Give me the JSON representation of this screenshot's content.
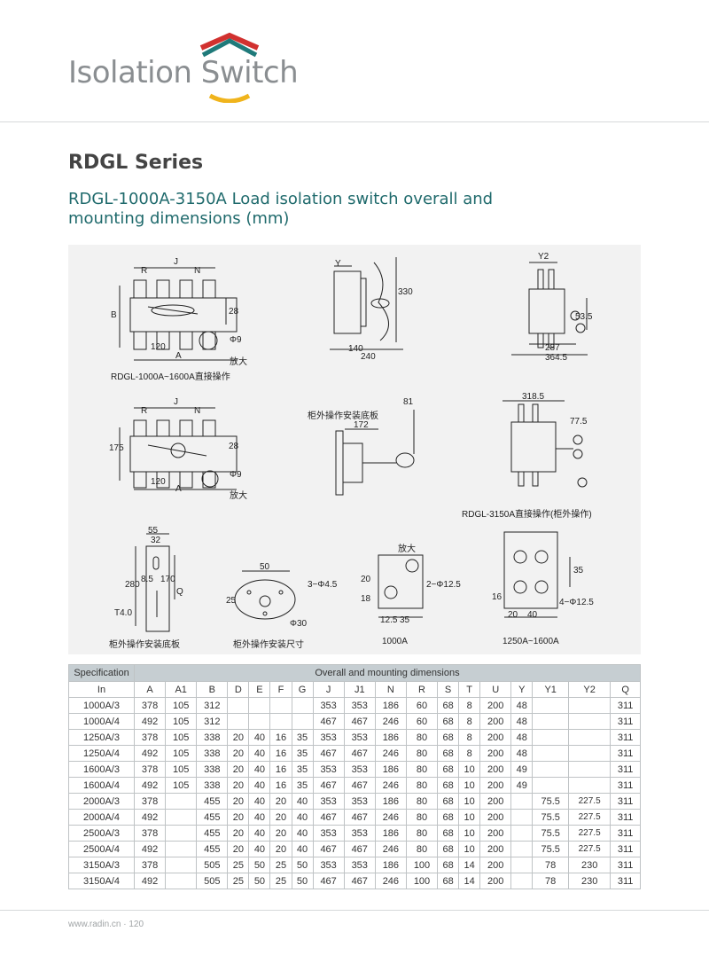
{
  "brand": {
    "title": "Isolation Switch",
    "colors": {
      "red": "#d1312f",
      "teal": "#1f7a7a",
      "yellow": "#f0b41c",
      "grey": "#8a8e91"
    }
  },
  "heading": {
    "series": "RDGL Series",
    "subtitle": "RDGL-1000A-3150A Load isolation switch overall and mounting dimensions (mm)"
  },
  "drawings": {
    "labels": {
      "d1": "RDGL-1000A~1600A直接操作",
      "d6": "RDGL-3150A直接操作(柜外操作)",
      "d7": "柜外操作安装底板",
      "d8": "柜外操作安装尺寸",
      "d9": "1000A",
      "d10": "1250A~1600A",
      "panel": "柜外操作安装底板",
      "enlarge1": "放大",
      "enlarge2": "放大",
      "enlarge3": "放大"
    },
    "dims": {
      "j": "J",
      "n": "N",
      "r": "R",
      "b": "B",
      "a": "A",
      "d28": "28",
      "d120": "120",
      "phi9": "Φ9",
      "y": "Y",
      "d330": "330",
      "d140": "140",
      "d240": "240",
      "y2": "Y2",
      "d535": "53.5",
      "d287": "287",
      "d3645": "364.5",
      "j2": "J",
      "n2": "N",
      "r2": "R",
      "d175": "175",
      "d28b": "28",
      "d120b": "120",
      "a2": "A",
      "phi9b": "Φ9",
      "d81": "81",
      "d172": "172",
      "d3185": "318.5",
      "d775": "77.5",
      "d55": "55",
      "d32": "32",
      "d280": "280",
      "d170": "170",
      "d85": "8.5",
      "q": "Q",
      "t4": "T4.0",
      "d50": "50",
      "d25": "25",
      "phi45": "3−Φ4.5",
      "phi30": "Φ30",
      "d20": "20",
      "d18": "18",
      "phi125a": "2−Φ12.5",
      "d125": "12.5",
      "d35": "35",
      "d35b": "35",
      "d16": "16",
      "d20b": "20",
      "d40": "40",
      "phi125b": "4−Φ12.5"
    }
  },
  "table": {
    "group_header": "Overall and mounting dimensions",
    "spec_header": "Specification",
    "columns": [
      "In",
      "A",
      "A1",
      "B",
      "D",
      "E",
      "F",
      "G",
      "J",
      "J1",
      "N",
      "R",
      "S",
      "T",
      "U",
      "Y",
      "Y1",
      "Y2",
      "Q"
    ],
    "rows": [
      [
        "1000A/3",
        "378",
        "105",
        "312",
        "",
        "",
        "",
        "",
        "353",
        "353",
        "186",
        "60",
        "68",
        "8",
        "200",
        "48",
        "",
        "",
        "311"
      ],
      [
        "1000A/4",
        "492",
        "105",
        "312",
        "",
        "",
        "",
        "",
        "467",
        "467",
        "246",
        "60",
        "68",
        "8",
        "200",
        "48",
        "",
        "",
        "311"
      ],
      [
        "1250A/3",
        "378",
        "105",
        "338",
        "20",
        "40",
        "16",
        "35",
        "353",
        "353",
        "186",
        "80",
        "68",
        "8",
        "200",
        "48",
        "",
        "",
        "311"
      ],
      [
        "1250A/4",
        "492",
        "105",
        "338",
        "20",
        "40",
        "16",
        "35",
        "467",
        "467",
        "246",
        "80",
        "68",
        "8",
        "200",
        "48",
        "",
        "",
        "311"
      ],
      [
        "1600A/3",
        "378",
        "105",
        "338",
        "20",
        "40",
        "16",
        "35",
        "353",
        "353",
        "186",
        "80",
        "68",
        "10",
        "200",
        "49",
        "",
        "",
        "311"
      ],
      [
        "1600A/4",
        "492",
        "105",
        "338",
        "20",
        "40",
        "16",
        "35",
        "467",
        "467",
        "246",
        "80",
        "68",
        "10",
        "200",
        "49",
        "",
        "",
        "311"
      ],
      [
        "2000A/3",
        "378",
        "",
        "455",
        "20",
        "40",
        "20",
        "40",
        "353",
        "353",
        "186",
        "80",
        "68",
        "10",
        "200",
        "",
        "75.5",
        "227.5",
        "311"
      ],
      [
        "2000A/4",
        "492",
        "",
        "455",
        "20",
        "40",
        "20",
        "40",
        "467",
        "467",
        "246",
        "80",
        "68",
        "10",
        "200",
        "",
        "75.5",
        "227.5",
        "311"
      ],
      [
        "2500A/3",
        "378",
        "",
        "455",
        "20",
        "40",
        "20",
        "40",
        "353",
        "353",
        "186",
        "80",
        "68",
        "10",
        "200",
        "",
        "75.5",
        "227.5",
        "311"
      ],
      [
        "2500A/4",
        "492",
        "",
        "455",
        "20",
        "40",
        "20",
        "40",
        "467",
        "467",
        "246",
        "80",
        "68",
        "10",
        "200",
        "",
        "75.5",
        "227.5",
        "311"
      ],
      [
        "3150A/3",
        "378",
        "",
        "505",
        "25",
        "50",
        "25",
        "50",
        "353",
        "353",
        "186",
        "100",
        "68",
        "14",
        "200",
        "",
        "78",
        "230",
        "311"
      ],
      [
        "3150A/4",
        "492",
        "",
        "505",
        "25",
        "50",
        "25",
        "50",
        "467",
        "467",
        "246",
        "100",
        "68",
        "14",
        "200",
        "",
        "78",
        "230",
        "311"
      ]
    ]
  },
  "footer": {
    "text": "www.radin.cn · 120"
  }
}
